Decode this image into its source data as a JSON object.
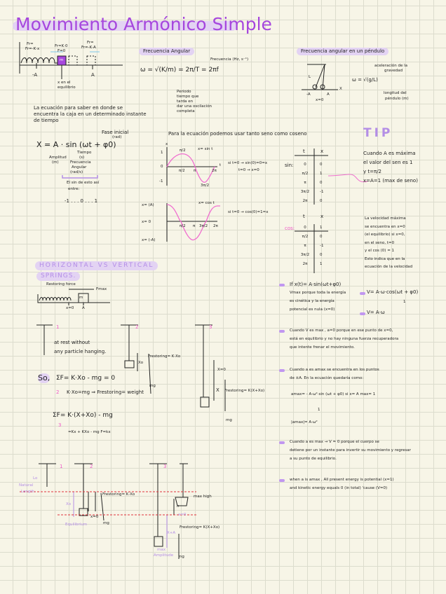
{
  "title": "Movimiento Armónico Simple",
  "spring_diagram": {
    "f1_top": "Fr=",
    "f1": "Fr=-K·x",
    "f2": "Fr=K·0",
    "f2b": "F=0",
    "f3_top": "Fr=",
    "f3": "Fr=-K·A",
    "neg_a": "-A",
    "a": "A",
    "mass": "m",
    "zero": "x=0",
    "eq": "x en el equilibrio"
  },
  "position_text": [
    "La ecuación para saber en donde se",
    "encuentra la caja en un determinado instante",
    "de tiempo"
  ],
  "position_eq": {
    "equation": "X = A · sin (ωt + φ0)",
    "phase": "Fase inicial",
    "phase_unit": "(rad)",
    "amplitude": "Amplitud",
    "amplitude_unit": "(m)",
    "time": "Tiempo",
    "time_unit": "(s)",
    "freq": "Frecuencia",
    "freq2": "Angular",
    "freq_unit": "(rad/s)",
    "range_note": "El sin de esto así",
    "range_note2": "entre:",
    "range": "-1 . . . 0 . . . 1"
  },
  "angular": {
    "header": "Frecuencia Angular",
    "equation": "ω = √(K/m) = 2π/T = 2πf",
    "freq_label": "Frecuencia (Hz, s⁻¹)",
    "period": [
      "Periodo",
      "tiempo que",
      "tarda en",
      "dar una oscilación",
      "completa"
    ]
  },
  "pendulum": {
    "header": "Frecuencia angular en un péndulo",
    "equation": "ω = √(g/L)",
    "gravity": [
      "aceleración de la",
      "gravedad"
    ],
    "length": [
      "longitud del",
      "péndulo (m)"
    ],
    "neg_a": "-A",
    "a": "A",
    "x": "X",
    "zero": "x=0",
    "l": "L"
  },
  "graphs": {
    "intro": "Para la ecuación podemos usar tanto seno como coseno",
    "sin_label": "x= sin t",
    "cos_label": "x= cos t",
    "ticks": [
      "π/2",
      "π",
      "3π/2",
      "2π"
    ],
    "y_ticks": [
      "1",
      "0",
      "-1"
    ],
    "x_axis": "x",
    "t_axis": "t",
    "cos_levels": [
      "x= (A)",
      "x= 0",
      "x= (-A)"
    ],
    "sin_note": "si t=0 → sin(0)=0=x",
    "sin_note2": "t=0 → x=0",
    "cos_note": "si t=0 → cos(0)=1=x"
  },
  "sin_table": {
    "label": "sin:",
    "headers": [
      "t",
      "x"
    ],
    "rows": [
      [
        "0",
        "0"
      ],
      [
        "π/2",
        "1"
      ],
      [
        "π",
        "0"
      ],
      [
        "3π/2",
        "-1"
      ],
      [
        "2π",
        "0"
      ]
    ]
  },
  "cos_table": {
    "label": "cos:",
    "headers": [
      "t",
      "x"
    ],
    "rows": [
      [
        "0",
        "1"
      ],
      [
        "π/2",
        "0"
      ],
      [
        "π",
        "-1"
      ],
      [
        "3π/2",
        "0"
      ],
      [
        "2π",
        "1"
      ]
    ]
  },
  "tip": {
    "heading": "TIP",
    "lines": [
      "Cuando A es máxima",
      "el valor del sen es 1",
      "y t=π/2",
      "x=A=1 (max de seno)"
    ]
  },
  "velocity_note": [
    "La velocidad máxima",
    "se encuentra en x=0",
    "(el equilibrio) si x=0,",
    "en el seno, t=0",
    "y el cos (0) = 1",
    "Esto indica que en la",
    "ecuación de la velocidad"
  ],
  "bullets": {
    "b1": [
      "If x(t)= A·sin(ωt+φ0)",
      "Vmax porque toda la energía",
      "es cinética y la energía",
      "potencial es nula (x=0)"
    ],
    "v1": "V= A·ω·cos(ωt + φ0)",
    "v1_one": "1",
    "v2": "V= A·ω",
    "b2": [
      "Cuando V es max , a=0  porque en ese punto de x=0,",
      "está en equilibrio y no hay ninguna fuerza recuperadora",
      "que intente frenar el movimiento."
    ],
    "b3": [
      "Cuando a es  amax  se encuentra en los puntos",
      "de ±A.  En la ecuación quedaría como:"
    ],
    "amax": "amax= - A·ω²·sin (ωt + φ0)    si x= A max= 1",
    "amax_one": "1",
    "amax_abs": "|amax|= A·ω²",
    "b4": [
      "Cuando a es max → V = 0  porque el cuerpo se",
      "detiene por un instante para invertir su movimiento y regresar",
      "a su punto de equilibrio."
    ],
    "b5": [
      "when a is amax , All present energy is potential (x=1)",
      "and kinetic energy equals 0 (in total) 'cause (V=0)"
    ]
  },
  "springs": {
    "header1": "HORIZONTAL VS VERTICAL",
    "header2": "SPRINGS.",
    "restoring": "Restoring force",
    "fmax": "Fmax",
    "zero": "x=0",
    "a": "A",
    "mass": "m",
    "n1": "1",
    "n2": "2",
    "n3": "3",
    "rest": [
      "at rest without",
      "any particle hanging."
    ],
    "xo": "Xo",
    "fr_kxo": "Frestoring= K·Xo",
    "mg": "mg",
    "x0": "X=0",
    "x": "X",
    "fr_kxxo": "Frestoring= K(X+Xo)",
    "so": "So,",
    "sum1": "ΣF= K·Xo - mg = 0",
    "c2": "K·Xo=mg ⇒ Frestoring= weight",
    "sum2": "ΣF= K·(X+Xo) - mg",
    "c3": "=Kx + KXo - mg    F=kx"
  },
  "bottom": {
    "n1": "1",
    "n2": "2",
    "n3": "3",
    "lo": "Lo",
    "natural": "Natural",
    "length": "Length",
    "xo": "Xo",
    "equilibrium": "Equilibrium",
    "fr_kxo": "Frestoring= K·Xo",
    "mg": "mg",
    "x0": "x=0",
    "max_high": "max high",
    "h": "h",
    "xa": "X+A",
    "fr_kxxo": "Frestoring= K(X+Xo)",
    "mg2": "mg",
    "max_amp": [
      "max",
      "Amplitude"
    ]
  },
  "colors": {
    "title": "#a646dd",
    "highlight": "#e3d3f3",
    "pink": "#f05ac8",
    "lavender": "#b48ee6",
    "paper": "#f7f5e7",
    "grid": "#dcdccd"
  }
}
